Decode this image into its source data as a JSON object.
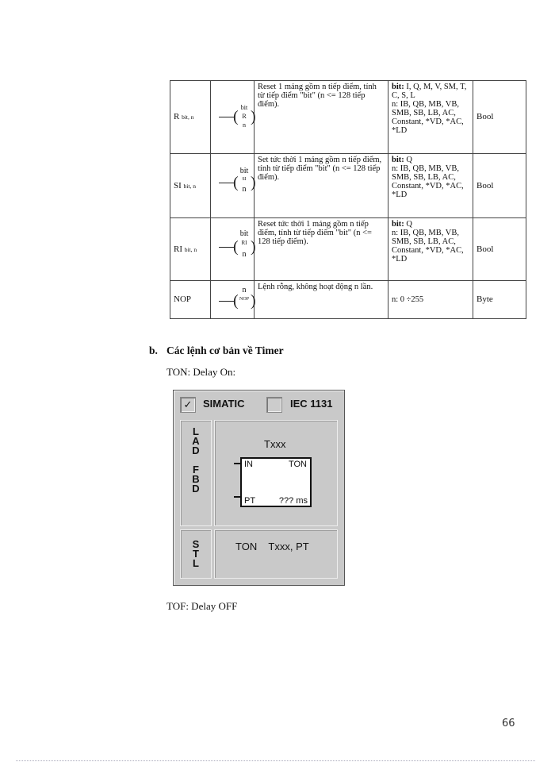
{
  "table": {
    "rows": [
      {
        "name": "R",
        "name_sub": "bit, n",
        "symbol": {
          "top": "bit",
          "mid": "R",
          "bot": "n"
        },
        "description": "Reset 1 mảng gồm n tiếp điểm, tính từ tiếp điểm \"bit\" (n <= 128 tiếp điểm).",
        "operands": {
          "bit_label": "bit:",
          "bit": "I, Q, M, V, SM, T, C, S, L",
          "n": "n: IB, QB, MB, VB, SMB, SB, LB, AC,",
          "n2": "Constant, *VD, *AC, *LD"
        },
        "type": "Bool"
      },
      {
        "name": "SI",
        "name_sub": "bit, n",
        "symbol": {
          "top": "bit",
          "mid": "SI",
          "bot": "n"
        },
        "description": "Set tức thời 1 mảng gồm n tiếp điểm, tính từ tiếp điểm \"bit\" (n <= 128 tiếp điểm).",
        "operands": {
          "bit_label": "bit:",
          "bit": "Q",
          "n": "n: IB, QB, MB, VB, SMB, SB, LB, AC,",
          "n2": "Constant, *VD, *AC, *LD"
        },
        "type": "Bool"
      },
      {
        "name": "RI",
        "name_sub": "bit, n",
        "symbol": {
          "top": "bit",
          "mid": "RI",
          "bot": "n"
        },
        "description": "Reset tức thời 1 mảng gồm n tiếp điểm, tính từ tiếp điểm \"bit\" (n <= 128 tiếp điểm).",
        "operands": {
          "bit_label": "bit:",
          "bit": "Q",
          "n": "n: IB, QB, MB, VB, SMB, SB, LB, AC,",
          "n2": "Constant, *VD, *AC, *LD"
        },
        "type": "Bool"
      },
      {
        "name": "NOP",
        "name_sub": "",
        "symbol": {
          "top": "n",
          "mid": "NOP",
          "bot": ""
        },
        "description": "Lệnh rỗng, không hoạt động n lần.",
        "operands": {
          "bit_label": "",
          "bit": "",
          "n": "n: 0 ÷255",
          "n2": ""
        },
        "type": "Byte"
      }
    ]
  },
  "section": {
    "number": "b.",
    "title": "Các lệnh cơ bản về Timer"
  },
  "ton_caption": "TON: Delay On:",
  "dialog": {
    "check1": {
      "checked": true,
      "mark": "✓",
      "label": "SIMATIC"
    },
    "check2": {
      "checked": false,
      "mark": "",
      "label": "IEC 1131"
    },
    "lad_label": [
      "L",
      "A",
      "D",
      "",
      "F",
      "B",
      "D"
    ],
    "stl_label": [
      "S",
      "T",
      "L"
    ],
    "block_name": "Txxx",
    "pin_in": "IN",
    "block_type": "TON",
    "pin_pt": "PT",
    "pt_value": "??? ms",
    "stl_text": "TON    Txxx, PT"
  },
  "tof_caption": "TOF: Delay OFF",
  "page_number": "66"
}
